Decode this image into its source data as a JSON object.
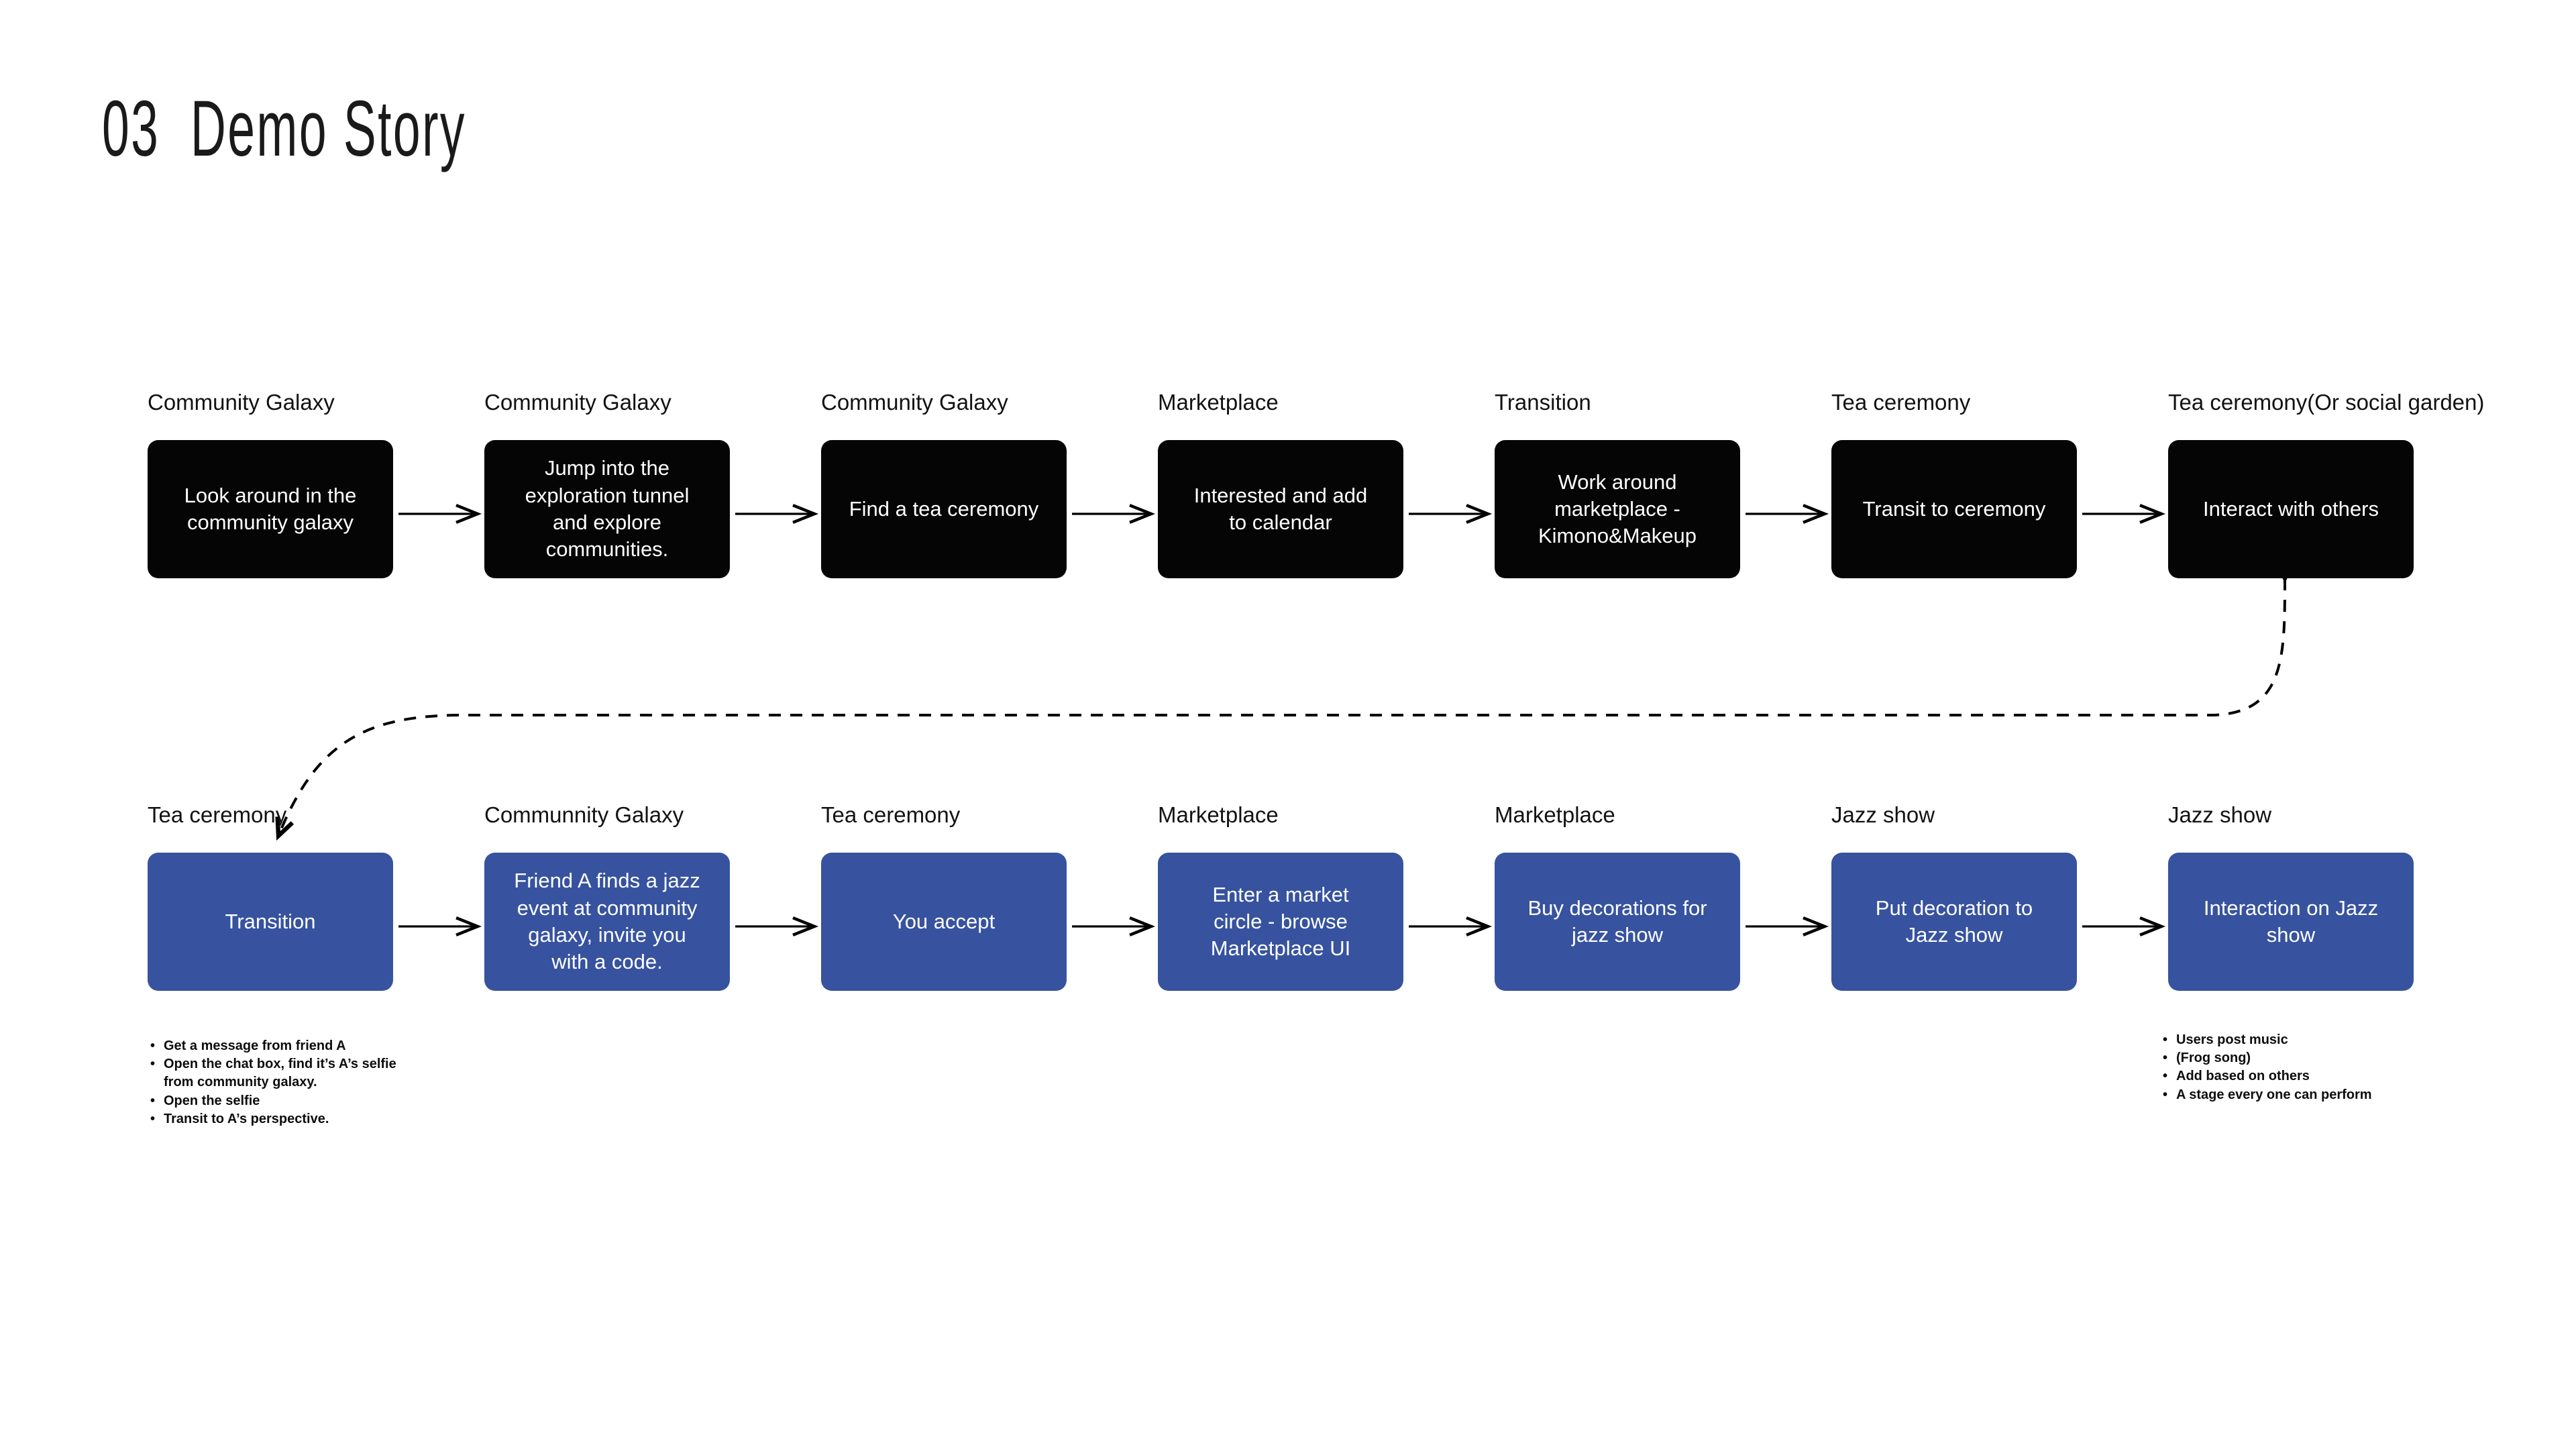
{
  "title": "03  Demo Story",
  "colors": {
    "background": "#ffffff",
    "dark_node": "#050505",
    "blue_node": "#37539f",
    "node_text": "#ffffff",
    "label_text": "#121212",
    "connector": "#000000"
  },
  "chart_data": {
    "type": "diagram",
    "title": "03  Demo Story",
    "diagram_kind": "flowchart",
    "rows": 2,
    "nodes_per_row": 7,
    "row1_style": "dark",
    "row2_style": "blue",
    "connector_style": "solid-arrow between adjacent nodes; dashed double-headed curve linking row1 node 7 to row2 node 1"
  },
  "rows": [
    {
      "id": "row-1",
      "style": "dark",
      "nodes": [
        {
          "label": "Community Galaxy",
          "text": "Look around in the\ncommunity galaxy"
        },
        {
          "label": "Community Galaxy",
          "text": "Jump into the\nexploration tunnel\nand explore\ncommunities."
        },
        {
          "label": "Community Galaxy",
          "text": "Find a tea ceremony"
        },
        {
          "label": "Marketplace",
          "text": "Interested and add\nto calendar"
        },
        {
          "label": "Transition",
          "text": "Work around\nmarketplace -\nKimono&Makeup"
        },
        {
          "label": "Tea ceremony",
          "text": "Transit to ceremony"
        },
        {
          "label": "Tea ceremony(Or social garden)",
          "text": "Interact with others"
        }
      ]
    },
    {
      "id": "row-2",
      "style": "blue",
      "nodes": [
        {
          "label": "Tea ceremony",
          "text": "Transition"
        },
        {
          "label": "Communnity Galaxy",
          "text": "Friend A finds a jazz\nevent at community\ngalaxy, invite you\nwith a code."
        },
        {
          "label": "Tea ceremony",
          "text": "You accept"
        },
        {
          "label": "Marketplace",
          "text": "Enter a market\ncircle - browse\nMarketplace UI"
        },
        {
          "label": "Marketplace",
          "text": "Buy decorations for\njazz show"
        },
        {
          "label": "Jazz show",
          "text": "Put decoration to\nJazz show"
        },
        {
          "label": "Jazz show",
          "text": "Interaction on Jazz\nshow"
        }
      ]
    }
  ],
  "notes_left": [
    "Get a message from friend A",
    "Open the chat box, find it’s A’s selfie from community galaxy.",
    "Open the selfie",
    "Transit to A’s perspective."
  ],
  "notes_right": [
    "Users post music",
    "(Frog song)",
    "Add based on others",
    "A stage every one can perform"
  ]
}
